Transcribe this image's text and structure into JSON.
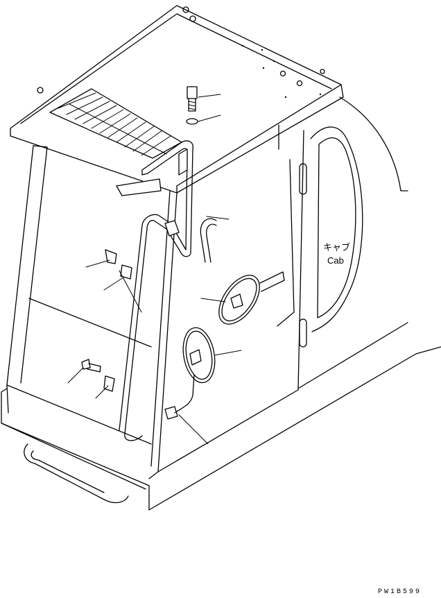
{
  "callout": {
    "jp": "キャブ",
    "en": "Cab"
  },
  "drawing_code": "PW1B599"
}
